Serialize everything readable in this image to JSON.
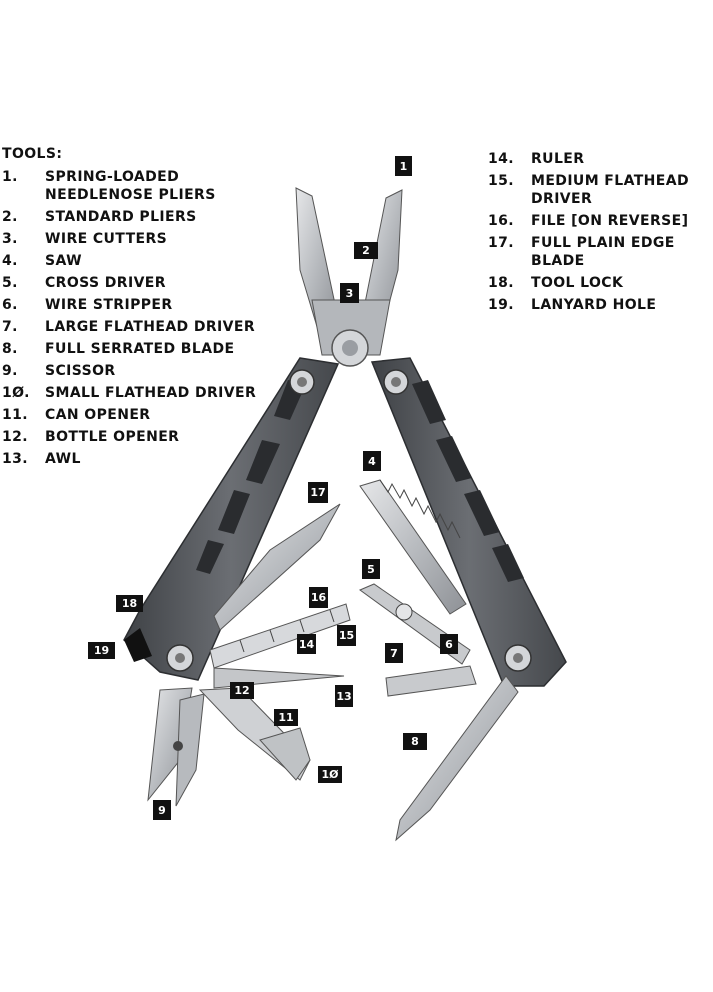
{
  "left_list": {
    "heading": "TOOLS:",
    "items": [
      {
        "num": "1.",
        "label": "SPRING-LOADED NEEDLENOSE PLIERS"
      },
      {
        "num": "2.",
        "label": "STANDARD PLIERS"
      },
      {
        "num": "3.",
        "label": "WIRE CUTTERS"
      },
      {
        "num": "4.",
        "label": "SAW"
      },
      {
        "num": "5.",
        "label": "CROSS DRIVER"
      },
      {
        "num": "6.",
        "label": "WIRE STRIPPER"
      },
      {
        "num": "7.",
        "label": "LARGE FLATHEAD DRIVER"
      },
      {
        "num": "8.",
        "label": "FULL SERRATED BLADE"
      },
      {
        "num": "9.",
        "label": "SCISSOR"
      },
      {
        "num": "1Ø.",
        "label": "SMALL FLATHEAD DRIVER"
      },
      {
        "num": "11.",
        "label": "CAN OPENER"
      },
      {
        "num": "12.",
        "label": "BOTTLE OPENER"
      },
      {
        "num": "13.",
        "label": "AWL"
      }
    ]
  },
  "right_list": {
    "items": [
      {
        "num": "14.",
        "label": "RULER"
      },
      {
        "num": "15.",
        "label": "MEDIUM FLATHEAD DRIVER"
      },
      {
        "num": "16.",
        "label": "FILE [ON REVERSE]"
      },
      {
        "num": "17.",
        "label": "FULL PLAIN EDGE BLADE"
      },
      {
        "num": "18.",
        "label": "TOOL LOCK"
      },
      {
        "num": "19.",
        "label": "LANYARD HOLE"
      }
    ]
  },
  "callouts": [
    "1",
    "2",
    "3",
    "4",
    "5",
    "6",
    "7",
    "8",
    "9",
    "1Ø",
    "11",
    "12",
    "13",
    "14",
    "15",
    "16",
    "17",
    "18",
    "19"
  ],
  "colors": {
    "text": "#111111",
    "callout_bg": "#111111",
    "callout_text": "#ffffff",
    "handle": "#5a5d62",
    "steel": "#c9cbce"
  }
}
